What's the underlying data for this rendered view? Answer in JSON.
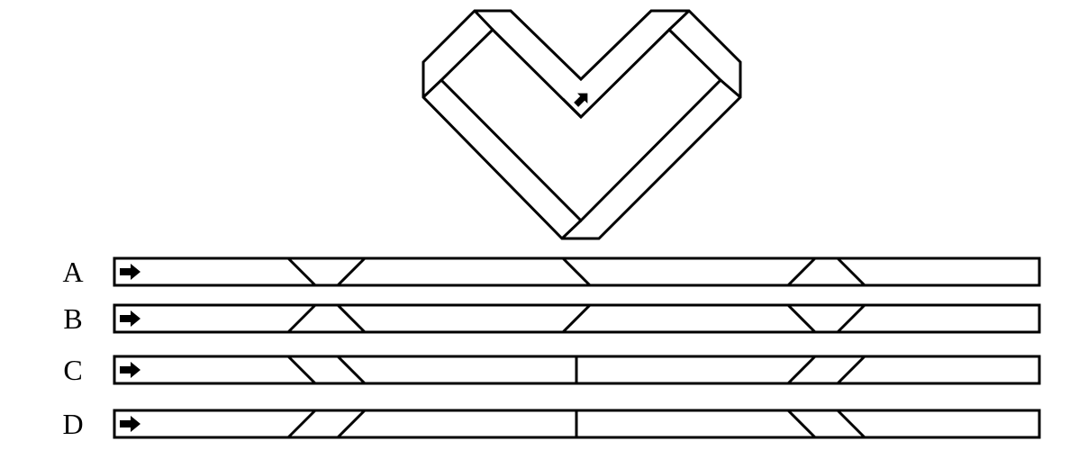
{
  "figure": {
    "shape": "heart-shaped folded strip",
    "arrow_icon": "arrow-icon",
    "colors": {
      "stroke": "#000000",
      "background": "#ffffff"
    }
  },
  "options": [
    {
      "label": "A",
      "diagonals": [
        "\\",
        "/",
        "\\",
        "/",
        "\\"
      ]
    },
    {
      "label": "B",
      "diagonals": [
        "/",
        "\\",
        "/",
        "\\",
        "/"
      ]
    },
    {
      "label": "C",
      "diagonals": [
        "\\",
        "\\",
        "|",
        "/",
        "/"
      ]
    },
    {
      "label": "D",
      "diagonals": [
        "/",
        "/",
        "|",
        "\\",
        "\\"
      ]
    }
  ]
}
